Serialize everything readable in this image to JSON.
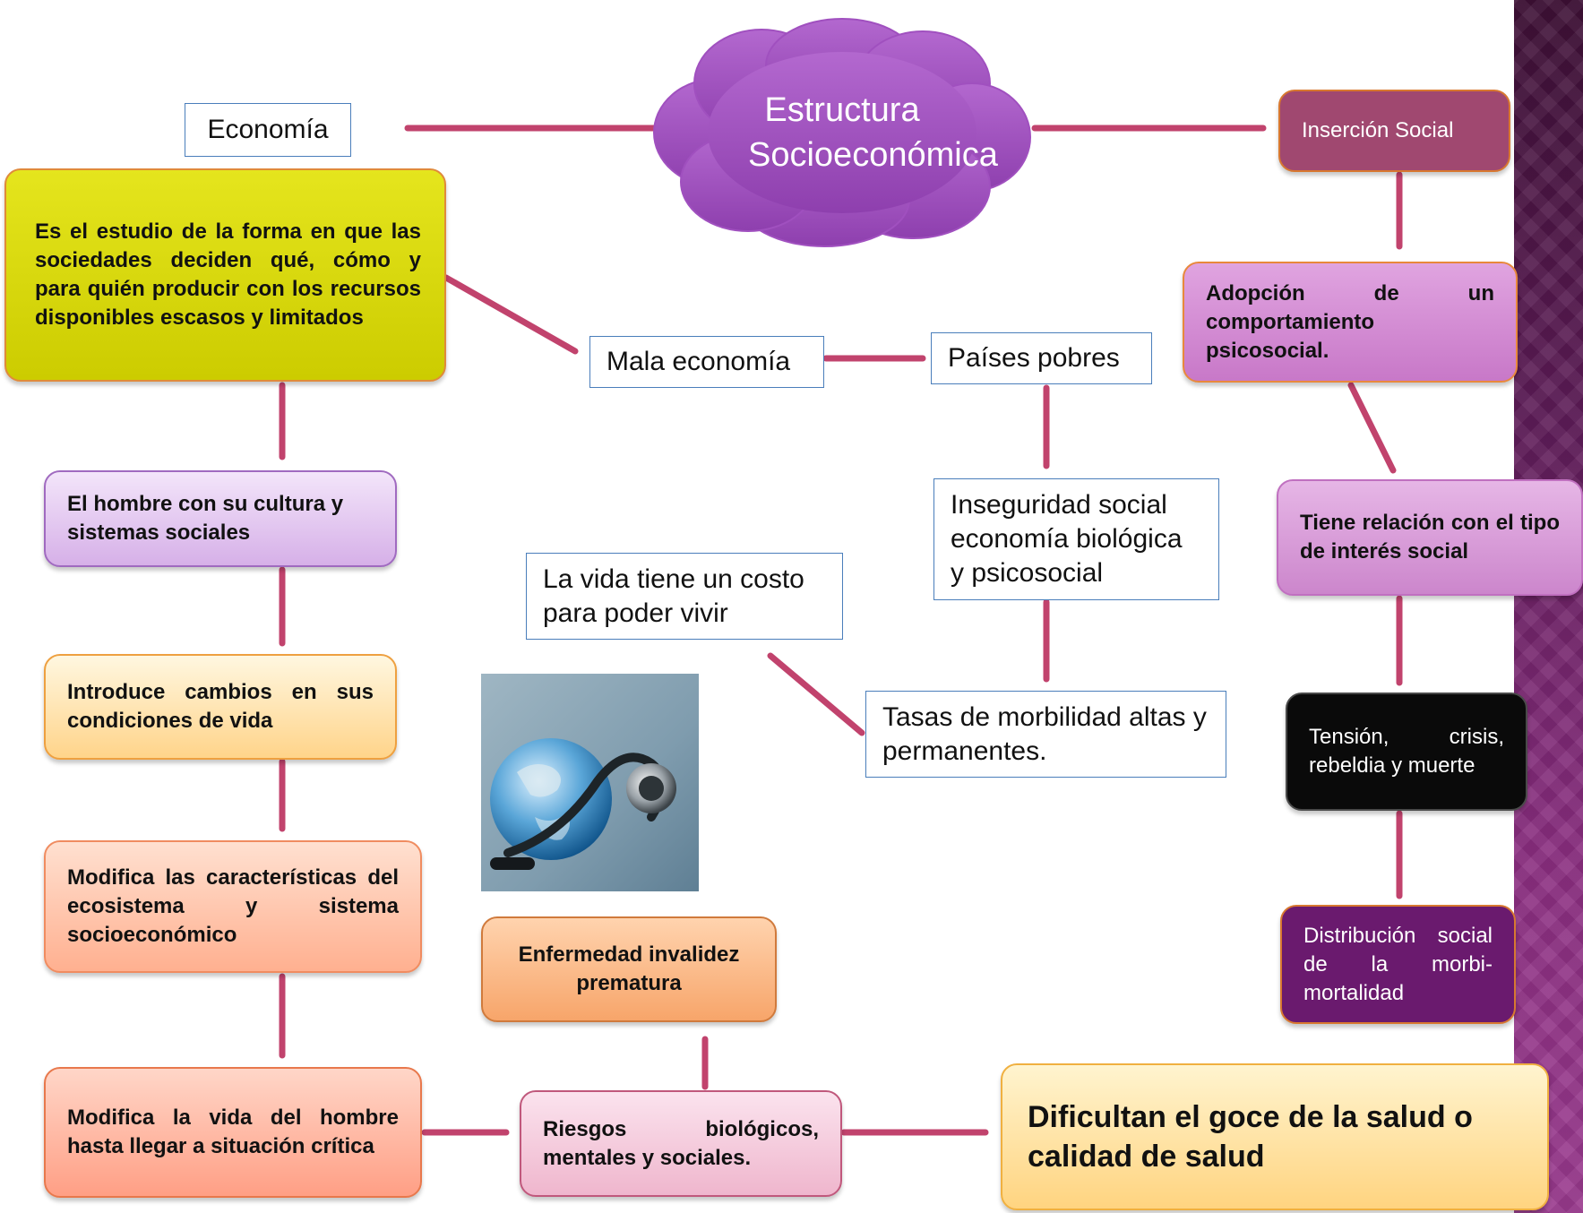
{
  "diagram": {
    "central": "Estructura Socioeconómica",
    "economia": "Economía",
    "definicion": "Es el estudio de la forma en que las sociedades deciden qué, cómo y para quién producir con los recursos disponibles escasos y limitados",
    "mala_economia": "Mala economía",
    "paises_pobres": "Países pobres",
    "inseguridad": "Inseguridad social economía biológica y psicosocial",
    "vida_costo": "La vida tiene un costo para poder vivir",
    "tasas": "Tasas de morbilidad altas y permanentes.",
    "hombre_cultura": "El hombre con su cultura y sistemas sociales",
    "introduce": "Introduce cambios en sus condiciones de vida",
    "modifica_ecosistema": "Modifica las características del ecosistema y sistema socioeconómico",
    "modifica_vida": "Modifica la vida del hombre hasta llegar a situación crítica",
    "riesgos": "Riesgos biológicos, mentales y sociales.",
    "enfermedad": "Enfermedad invalidez prematura",
    "dificultan": "Dificultan el goce de la salud o calidad de salud",
    "insercion": "Inserción Social",
    "adopcion": "Adopción de un comportamiento psicosocial.",
    "tiene_relacion": "Tiene relación con el tipo de interés social",
    "tension": "Tensión, crisis, rebeldia y muerte",
    "distribucion": "Distribución social de la morbi-mortalidad"
  },
  "colors": {
    "arrow": "#c1436d",
    "cloud": "#a54fc0",
    "sidebar": "#5e1c58"
  },
  "icons": {
    "photo": "globe-stethoscope-image"
  }
}
